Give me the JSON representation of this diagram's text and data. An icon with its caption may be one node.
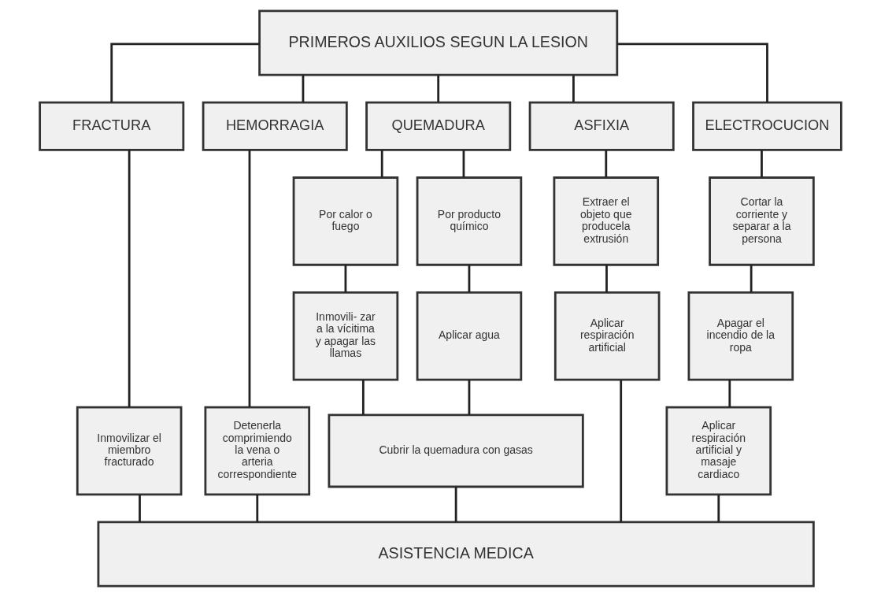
{
  "diagram": {
    "nodes": [
      {
        "text": [
          "PRIMEROS AUXILIOS SEGUN LA LESION"
        ]
      },
      {
        "text": [
          "FRACTURA"
        ]
      },
      {
        "text": [
          "HEMORRAGIA"
        ]
      },
      {
        "text": [
          "QUEMADURA"
        ]
      },
      {
        "text": [
          "ASFIXIA"
        ]
      },
      {
        "text": [
          "ELECTROCUCION"
        ]
      },
      {
        "text": [
          "Inmovilizar el miembro fracturado"
        ]
      },
      {
        "text": [
          "Detenerla comprimiendo la vena o arteria correspondiente"
        ]
      },
      {
        "text": [
          "Por calor o fuego"
        ]
      },
      {
        "text": [
          "Por producto químico"
        ]
      },
      {
        "text": [
          "Inmovili- zar a la vícitima y apagar las llamas"
        ]
      },
      {
        "text": [
          "Aplicar agua"
        ]
      },
      {
        "text": [
          "Cubrir la quemadura con gasas"
        ]
      },
      {
        "text": [
          "Extraer el objeto que producela extrusión"
        ]
      },
      {
        "text": [
          "Aplicar respiración artificial"
        ]
      },
      {
        "text": [
          "Cortar la corriente y separar a la persona"
        ]
      },
      {
        "text": [
          "Apagar el incendio de la ropa"
        ]
      },
      {
        "text": [
          "Aplicar respiración artificial y masaje cardiaco"
        ]
      },
      {
        "text": [
          "ASISTENCIA MEDICA"
        ]
      }
    ],
    "edges": [
      {
        "from": 0,
        "to": 1,
        "arrow": "none"
      },
      {
        "from": 0,
        "to": 2,
        "arrow": "none"
      },
      {
        "from": 0,
        "to": 3,
        "arrow": "none"
      },
      {
        "from": 0,
        "to": 4,
        "arrow": "none"
      },
      {
        "from": 0,
        "to": 5,
        "arrow": "none"
      },
      {
        "from": 1,
        "to": 6,
        "arrow": "none"
      },
      {
        "from": 2,
        "to": 7,
        "arrow": "none"
      },
      {
        "from": 3,
        "to": 8,
        "arrow": "none"
      },
      {
        "from": 3,
        "to": 9,
        "arrow": "none"
      },
      {
        "from": 8,
        "to": 10,
        "arrow": "none"
      },
      {
        "from": 9,
        "to": 11,
        "arrow": "none"
      },
      {
        "from": 10,
        "to": 12,
        "arrow": "none"
      },
      {
        "from": 11,
        "to": 12,
        "arrow": "none"
      },
      {
        "from": 4,
        "to": 13,
        "arrow": "none"
      },
      {
        "from": 13,
        "to": 14,
        "arrow": "none"
      },
      {
        "from": 5,
        "to": 15,
        "arrow": "none"
      },
      {
        "from": 15,
        "to": 16,
        "arrow": "none"
      },
      {
        "from": 16,
        "to": 17,
        "arrow": "none"
      },
      {
        "from": 6,
        "to": 18,
        "arrow": "none"
      },
      {
        "from": 7,
        "to": 18,
        "arrow": "none"
      },
      {
        "from": 12,
        "to": 18,
        "arrow": "none"
      },
      {
        "from": 14,
        "to": 18,
        "arrow": "none"
      },
      {
        "from": 17,
        "to": 18,
        "arrow": "none"
      }
    ]
  }
}
